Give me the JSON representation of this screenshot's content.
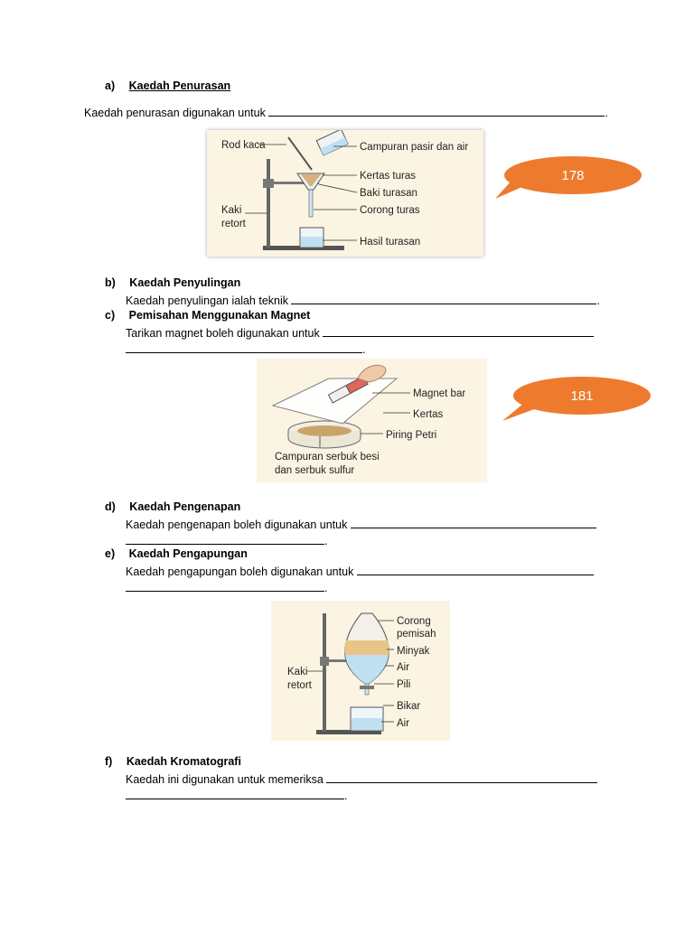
{
  "sections": {
    "a": {
      "letter": "a)",
      "title": "Kaedah Penurasan",
      "text": "Kaedah penurasan digunakan untuk",
      "end": "."
    },
    "b": {
      "letter": "b)",
      "title": "Kaedah Penyulingan",
      "text": "Kaedah penyulingan ialah teknik",
      "end": "."
    },
    "c": {
      "letter": "c)",
      "title": "Pemisahan Menggunakan Magnet",
      "text": "Tarikan magnet boleh digunakan untuk",
      "end": "."
    },
    "d": {
      "letter": "d)",
      "title": "Kaedah Pengenapan",
      "text": "Kaedah pengenapan boleh digunakan untuk",
      "end": "."
    },
    "e": {
      "letter": "e)",
      "title": "Kaedah Pengapungan",
      "text": "Kaedah pengapungan boleh digunakan untuk",
      "end": "."
    },
    "f": {
      "letter": "f)",
      "title": "Kaedah Kromatografi",
      "text": "Kaedah ini digunakan untuk memeriksa",
      "end": "."
    }
  },
  "figures": {
    "filtration": {
      "rod": "Rod kaca",
      "mixture": "Campuran pasir dan air",
      "paper": "Kertas turas",
      "residue": "Baki turasan",
      "funnel": "Corong turas",
      "stand_1": "Kaki",
      "stand_2": "retort",
      "filtrate": "Hasil turasan"
    },
    "magnet": {
      "magnet": "Magnet bar",
      "paper": "Kertas",
      "dish": "Piring Petri",
      "mix_1": "Campuran serbuk besi",
      "mix_2": "dan serbuk sulfur"
    },
    "separating": {
      "funnel_1": "Corong",
      "funnel_2": "pemisah",
      "oil": "Minyak",
      "water": "Air",
      "tap": "Pili",
      "beaker": "Bikar",
      "water2": "Air",
      "stand_1": "Kaki",
      "stand_2": "retort"
    }
  },
  "callouts": {
    "first": "178",
    "second": "181"
  },
  "colors": {
    "callout": "#ee7a2e",
    "figure_bg": "#fbf4e2",
    "water": "#bfe0f0"
  }
}
